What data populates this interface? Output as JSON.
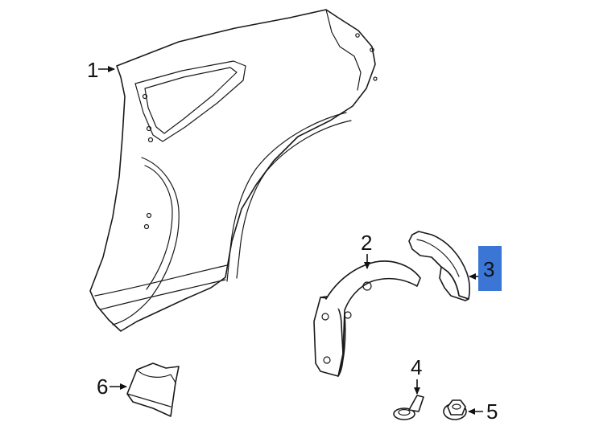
{
  "diagram": {
    "callouts": [
      {
        "id": "1",
        "label": "1"
      },
      {
        "id": "2",
        "label": "2"
      },
      {
        "id": "3",
        "label": "3",
        "highlighted": true
      },
      {
        "id": "4",
        "label": "4"
      },
      {
        "id": "5",
        "label": "5"
      },
      {
        "id": "6",
        "label": "6"
      }
    ],
    "highlight_color": "#3b76d6",
    "parts": [
      {
        "callout": "1",
        "icon": "quarter-panel-icon"
      },
      {
        "callout": "2",
        "icon": "wheel-arch-liner-icon"
      },
      {
        "callout": "3",
        "icon": "splash-shield-icon"
      },
      {
        "callout": "4",
        "icon": "push-pin-clip-icon"
      },
      {
        "callout": "5",
        "icon": "flange-nut-icon"
      },
      {
        "callout": "6",
        "icon": "trim-bracket-icon"
      }
    ]
  }
}
